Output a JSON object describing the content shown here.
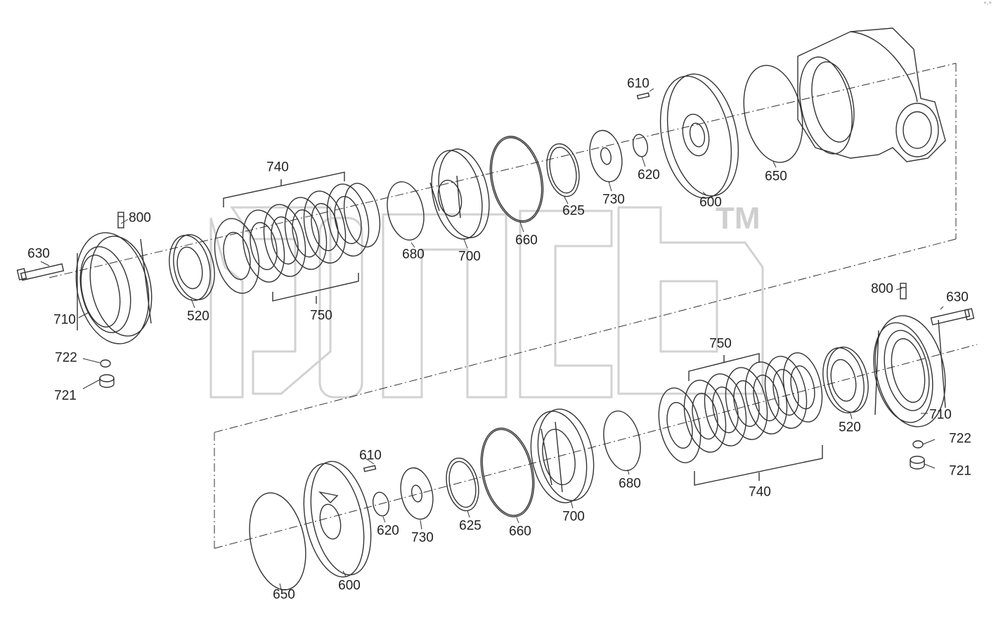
{
  "watermark": {
    "mark": "TM"
  },
  "corner_text": "°·°",
  "top_assembly": {
    "labels": {
      "l630": "630",
      "l800": "800",
      "l710": "710",
      "l722": "722",
      "l721": "721",
      "l520": "520",
      "l740": "740",
      "l750": "750",
      "l680": "680",
      "l700": "700",
      "l660": "660",
      "l625": "625",
      "l730": "730",
      "l620": "620",
      "l610": "610",
      "l600": "600",
      "l650": "650"
    }
  },
  "bottom_assembly": {
    "labels": {
      "l650": "650",
      "l600": "600",
      "l610": "610",
      "l620": "620",
      "l730": "730",
      "l625": "625",
      "l660": "660",
      "l700": "700",
      "l680": "680",
      "l740": "740",
      "l750": "750",
      "l520": "520",
      "l710": "710",
      "l800": "800",
      "l630": "630",
      "l722": "722",
      "l721": "721"
    }
  },
  "colors": {
    "line": "#333333",
    "watermark": "#cfcfcf",
    "background": "#ffffff"
  }
}
